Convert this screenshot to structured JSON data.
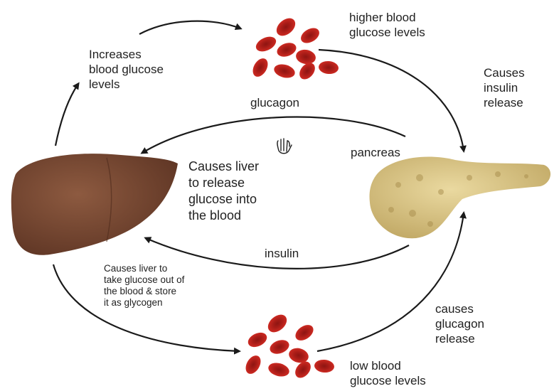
{
  "labels": {
    "increases": "Increases\nblood glucose\nlevels",
    "higher": "higher blood\nglucose levels",
    "causes_insulin": "Causes\ninsulin\nrelease",
    "glucagon": "glucagon",
    "pancreas": "pancreas",
    "liver_release": "Causes liver\nto release\nglucose into\nthe blood",
    "insulin": "insulin",
    "liver_store": "Causes liver to\ntake glucose out of\nthe blood & store\nit as glycogen",
    "causes_glucagon": "causes\nglucagon\nrelease",
    "low": "low blood\nglucose levels"
  },
  "colors": {
    "liver": "#7a4a33",
    "pancreas": "#d8c384",
    "blood_cell": "#b4211c",
    "arrow": "#1a1a1a"
  },
  "icons": {
    "cursor": "hand-cursor-icon"
  }
}
